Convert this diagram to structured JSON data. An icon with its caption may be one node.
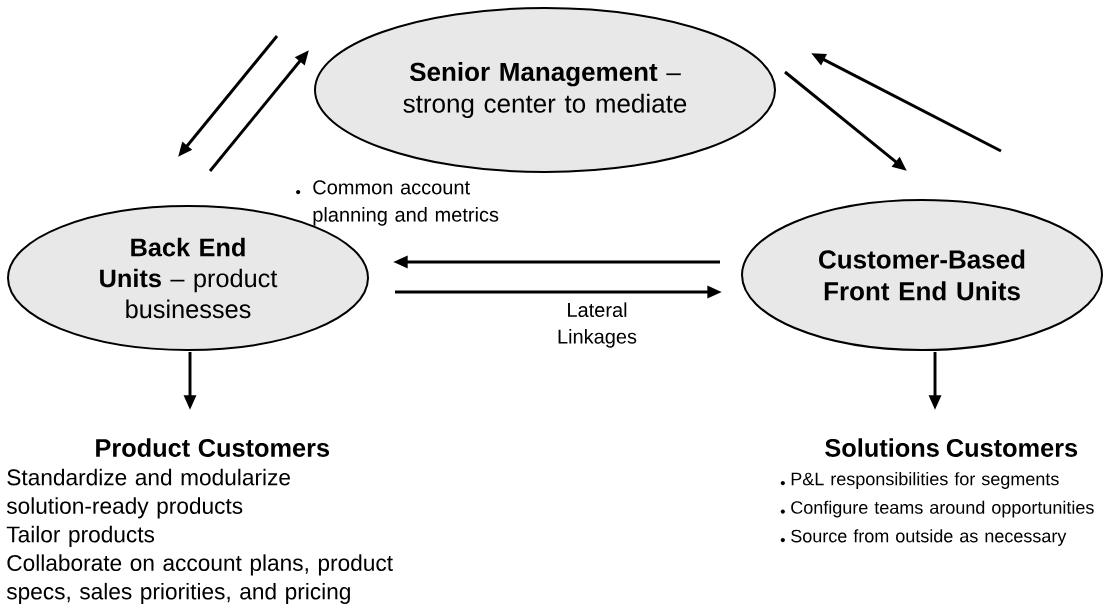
{
  "diagram": {
    "nodes": [
      {
        "text": [
          "**Senior Management** – strong center to mediate"
        ]
      },
      {
        "text": [
          "**Back End Units** – product businesses"
        ]
      },
      {
        "text": [
          "Customer-Based Front End Units"
        ]
      },
      {
        "text": [
          "Product Customers",
          "Standardize and modularize solution-ready products",
          "Tailor products",
          "Collaborate on account plans, product specs, sales priorities, and pricing"
        ]
      },
      {
        "text": [
          "Solutions Customers",
          "P&L responsibilities for segments",
          "Configure teams around opportunities",
          "Source from outside as necessary"
        ]
      }
    ],
    "edges": [
      {
        "from": 0,
        "to": 1,
        "arrow": "to"
      },
      {
        "from": 1,
        "to": 0,
        "arrow": "to"
      },
      {
        "from": 0,
        "to": 2,
        "arrow": "to"
      },
      {
        "from": 2,
        "to": 0,
        "arrow": "to"
      },
      {
        "from": 2,
        "to": 1,
        "arrow": "to"
      },
      {
        "from": 1,
        "to": 2,
        "arrow": "to",
        "label": "Lateral Linkages"
      },
      {
        "from": 1,
        "to": 3,
        "arrow": "to"
      },
      {
        "from": 2,
        "to": 4,
        "arrow": "to"
      }
    ],
    "labels": [
      "Common account planning and metrics"
    ]
  }
}
